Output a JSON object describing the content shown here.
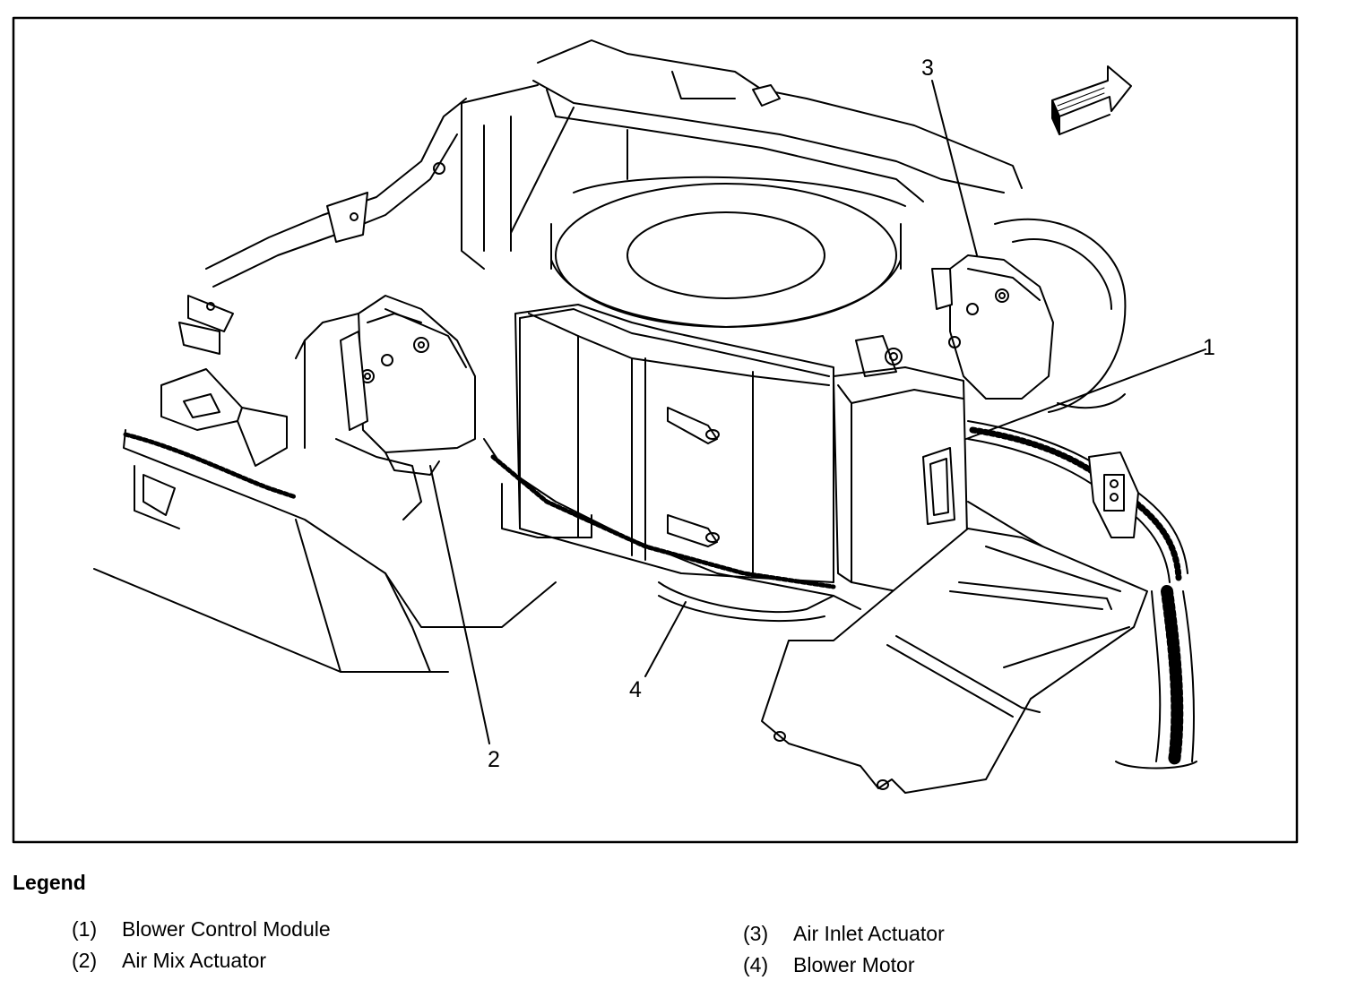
{
  "diagram": {
    "callouts": [
      {
        "id": 1,
        "label": "1"
      },
      {
        "id": 2,
        "label": "2"
      },
      {
        "id": 3,
        "label": "3"
      },
      {
        "id": 4,
        "label": "4"
      }
    ]
  },
  "legend": {
    "title": "Legend",
    "items": [
      {
        "num": "(1)",
        "label": "Blower Control Module"
      },
      {
        "num": "(2)",
        "label": "Air Mix Actuator"
      },
      {
        "num": "(3)",
        "label": "Air Inlet Actuator"
      },
      {
        "num": "(4)",
        "label": "Blower Motor"
      }
    ]
  }
}
